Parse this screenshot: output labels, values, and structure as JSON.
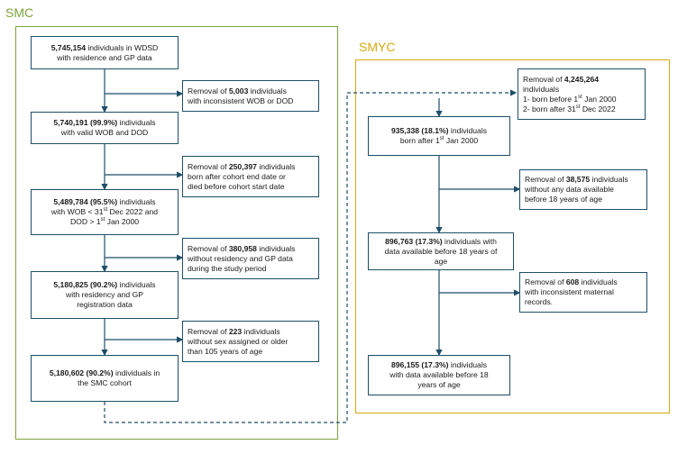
{
  "colors": {
    "smc": "#7aa33b",
    "smyc": "#d9a90f",
    "line": "#1f4e68",
    "dashed": "#1f4e68"
  },
  "smc": {
    "title": "SMC",
    "main": [
      {
        "b": "5,745,154",
        "t": " individuals in WDSD",
        "l2": "with residence and GP data"
      },
      {
        "b": "5,740,191 (99.9%)",
        "t": " individuals",
        "l2": "with valid WOB and DOD"
      },
      {
        "b": "5,489,784 (95.5%)",
        "t": " individuals",
        "l2a": "with WOB < 31",
        "l2sup": "st",
        "l2b": " Dec 2022 and",
        "l3a": "DOD > 1",
        "l3sup": "st",
        "l3b": " Jan 2000"
      },
      {
        "b": "5,180,825 (90.2%)",
        "t": " individuals",
        "l2": "with residency and GP",
        "l3": "registration data"
      },
      {
        "b": "5,180,602 (90.2%)",
        "t": " individuals in",
        "l2": "the SMC cohort"
      }
    ],
    "removals": [
      {
        "t1": "Removal of ",
        "b": "5,003",
        "t2": " individuals",
        "l2": "with inconsistent WOB or DOD"
      },
      {
        "t1": "Removal of ",
        "b": "250,397",
        "t2": " individuals",
        "l2": "born after cohort end date or",
        "l3": "died before cohort start date"
      },
      {
        "t1": "Removal of ",
        "b": "380,958",
        "t2": " individuals",
        "l2": "without residency and GP data",
        "l3": "during the study period"
      },
      {
        "t1": "Removal of ",
        "b": "223",
        "t2": " individuals",
        "l2": "without sex assigned or older",
        "l3": "than 105 years of age"
      }
    ]
  },
  "smyc": {
    "title": "SMYC",
    "main": [
      {
        "b": "935,338 (18.1%)",
        "t": " individuals",
        "l2a": "born after 1",
        "l2sup": "st",
        "l2b": " Jan 2000"
      },
      {
        "b": "896,763 (17.3%)",
        "t": " individuals with",
        "l2": "data available before 18 years of",
        "l3": "age"
      },
      {
        "b": "896,155 (17.3%)",
        "t": " individuals",
        "l2": "with data available before 18",
        "l3": "years of age"
      }
    ],
    "removals": [
      {
        "t1": "Removal of ",
        "b": "4,245,264",
        "l2": "individuals",
        "l3a": "1- born before 1",
        "l3sup": "st",
        "l3b": " Jan 2000",
        "l4a": "2- born after 31",
        "l4sup": "st",
        "l4b": " Dec 2022"
      },
      {
        "t1": "Removal of ",
        "b": "38,575",
        "t2": " individuals",
        "l2": "without any data available",
        "l3": "before 18 years of age"
      },
      {
        "t1": "Removal of ",
        "b": "608",
        "t2": " individuals",
        "l2": "with inconsistent maternal",
        "l3": "records."
      }
    ]
  }
}
